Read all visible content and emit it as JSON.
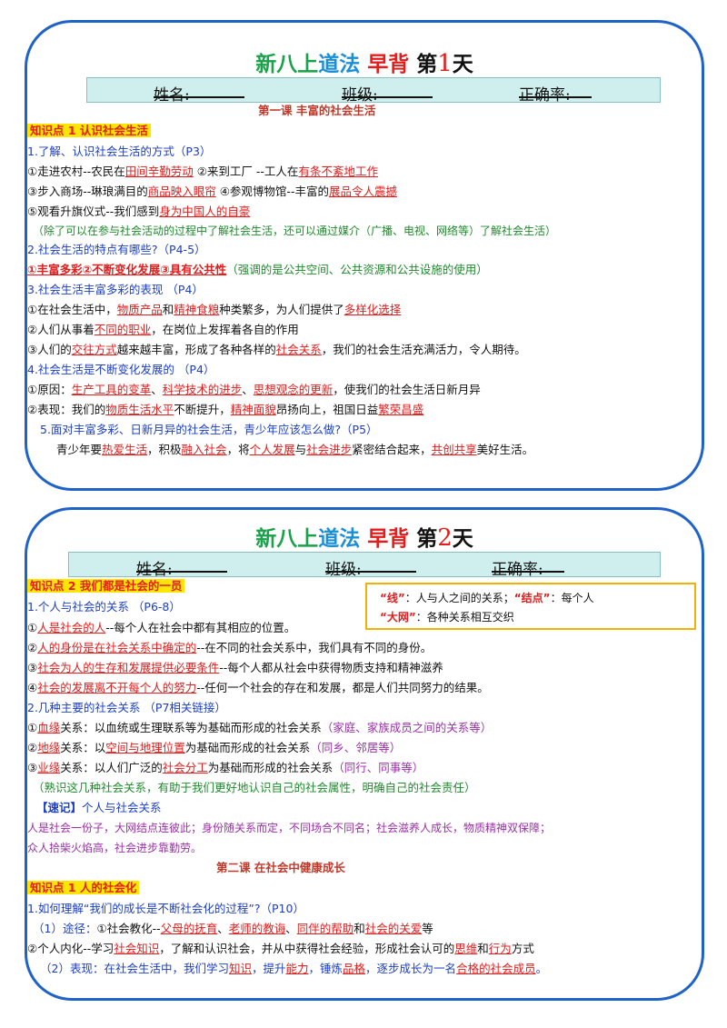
{
  "card1": {
    "title": {
      "p1": "新八上",
      "p2": "道法",
      "p3": "早背",
      "p4": "第",
      "num": "1",
      "p5": "天"
    },
    "info": {
      "name": "姓名:",
      "class": "班级:",
      "rate": "正确率:"
    },
    "lesson": "第一课  丰富的社会生活",
    "kp": "知识点 1  认识社会生活",
    "q1": "1.了解、认识社会生活的方式（P3）",
    "l1": {
      "a": "①走进农村--农民在",
      "b": "田间辛勤劳动",
      "c": " ②来到工厂  --工人在",
      "d": "有条不紊地工作"
    },
    "l2": {
      "a": "③步入商场--琳琅满目的",
      "b": "商品映入眼帘",
      "c": "  ④参观博物馆--丰富的",
      "d": "展品令人震撼"
    },
    "l3": {
      "a": "⑤观看升旗仪式--我们感到",
      "b": "身为中国人的自豪"
    },
    "l4": "（除了可以在参与社会活动的过程中了解社会生活，还可以通过媒介（广播、电视、网络等）了解社会生活）",
    "q2": "2.社会生活的特点有哪些?（P4-5）",
    "l5": {
      "a": "①丰富多彩",
      "b": "②不断变化发展",
      "c": "③具有公共性",
      "d": "（强调的是公共空间、公共资源和公共设施的使用）"
    },
    "q3": "3.社会生活丰富多彩的表现 （P4）",
    "l6": {
      "a": "①在社会生活中，",
      "b": "物质产品",
      "c": "和",
      "d": "精神食粮",
      "e": "种类繁多，为人们提供了",
      "f": "多样化选择"
    },
    "l7": {
      "a": "②人们从事着",
      "b": "不同的职业",
      "c": "，在岗位上发挥着各自的作用"
    },
    "l8": {
      "a": "③人们的",
      "b": "交往方式",
      "c": "越来越丰富，形成了各种各样的",
      "d": "社会关系",
      "e": "，我们的社会生活充满活力，令人期待。"
    },
    "q4": "4.社会生活是不断变化发展的 （P4）",
    "l9": {
      "a": "①原因：",
      "b": "生产工具的变革",
      "c": "、",
      "d": "科学技术的进步",
      "e": "、",
      "f": "思想观念的更新",
      "g": "，使我们的社会生活日新月异"
    },
    "l10": {
      "a": "②表现：我们的",
      "b": "物质生活水平",
      "c": "不断提升，",
      "d": "精神面貌",
      "e": "昂扬向上，祖国日益",
      "f": "繁荣昌盛"
    },
    "q5": "5.面对丰富多彩、日新月异的社会生活，青少年应该怎么做?（P5）",
    "l11": {
      "a": "青少年要",
      "b": "热爱生活",
      "c": "，积极",
      "d": "融入社会",
      "e": "，将",
      "f": "个人发展",
      "g": "与",
      "h": "社会进步",
      "i": "紧密结合起来，",
      "j": "共创共享",
      "k": "美好生活。"
    }
  },
  "card2": {
    "title": {
      "p1": "新八上",
      "p2": "道法",
      "p3": "早背",
      "p4": "第",
      "num": "2",
      "p5": "天"
    },
    "info": {
      "name": "姓名:",
      "class": "班级:",
      "rate": "正确率:"
    },
    "kp": "知识点 2 我们都是社会的一员",
    "box": {
      "a": "“线”",
      "b": "：人与人之间的关系；",
      "c": "“结点”",
      "d": "：每个人",
      "e": "“大网”",
      "f": "：各种关系相互交织"
    },
    "q1": "1.个人与社会的关系 （P6-8）",
    "l1": {
      "a": "①",
      "b": "人是社会的人",
      "c": "--每个人在社会中都有其相应的位置。"
    },
    "l2": {
      "a": "②",
      "b": "人的身份是在社会关系中确定的",
      "c": "--在不同的社会关系中，我们具有不同的身份。"
    },
    "l3": {
      "a": "③",
      "b": "社会为人的生存和发展提供必要条件",
      "c": "--每个人都从社会中获得物质支持和精神滋养"
    },
    "l4": {
      "a": "④",
      "b": "社会的发展离不开每个人的努力",
      "c": "--任何一个社会的存在和发展，都是人们共同努力的结果。"
    },
    "q2": "2.几种主要的社会关系 （P7相关链接）",
    "l5": {
      "a": "①",
      "b": "血缘",
      "c": "关系：以血统或生理联系等为基础而形成的社会关系",
      "d": "（家庭、家族成员之间的关系等）"
    },
    "l6": {
      "a": "②",
      "b": "地缘",
      "c": "关系：以",
      "d": "空间与地理位置",
      "e": "为基础而形成的社会关系",
      "f": "（同乡、邻居等）"
    },
    "l7": {
      "a": "③",
      "b": "业缘",
      "c": "关系：以人们广泛的",
      "d": "社会分工",
      "e": "为基础而形成的社会关系",
      "f": "（同行、同事等）"
    },
    "l8": "（熟识这几种社会关系，有助于我们更好地认识自己的社会属性，明确自己的社会责任）",
    "memo": {
      "a": "【速记】",
      "b": "个人与社会关系"
    },
    "p1": "人是社会一份子，大网结点连彼此；身份随关系而定，不同场合不同名；社会滋养人成长，物质精神双保障；",
    "p2": "众人拾柴火焰高，社会进步靠勤劳。",
    "lesson2": "第二课  在社会中健康成长",
    "kp2": "知识点 1 人的社会化",
    "q3": "1.如何理解“我们的成长是不断社会化的过程”?（P10）",
    "l9": {
      "a": "（1）途径：",
      "b": "①社会教化--",
      "c": "父母的抚育",
      "d": "、",
      "e": "老师的教诲",
      "f": "、",
      "g": "同伴的帮助",
      "h": "和",
      "i": "社会的关爱",
      "j": "等"
    },
    "l10": {
      "a": "②个人内化--学习",
      "b": "社会知识",
      "c": "，了解和认识社会，并从中获得社会经验，形成社会认可的",
      "d": "思维",
      "e": "和",
      "f": "行为",
      "g": "方式"
    },
    "l11": {
      "a": "（2）表现：",
      "b": "在社会生活中，我们学习",
      "c": "知识",
      "d": "，提升",
      "e": "能力",
      "f": "，锤炼",
      "g": "品格",
      "h": "，逐步成长为一名",
      "i": "合格的社会成员",
      "j": "。"
    }
  }
}
